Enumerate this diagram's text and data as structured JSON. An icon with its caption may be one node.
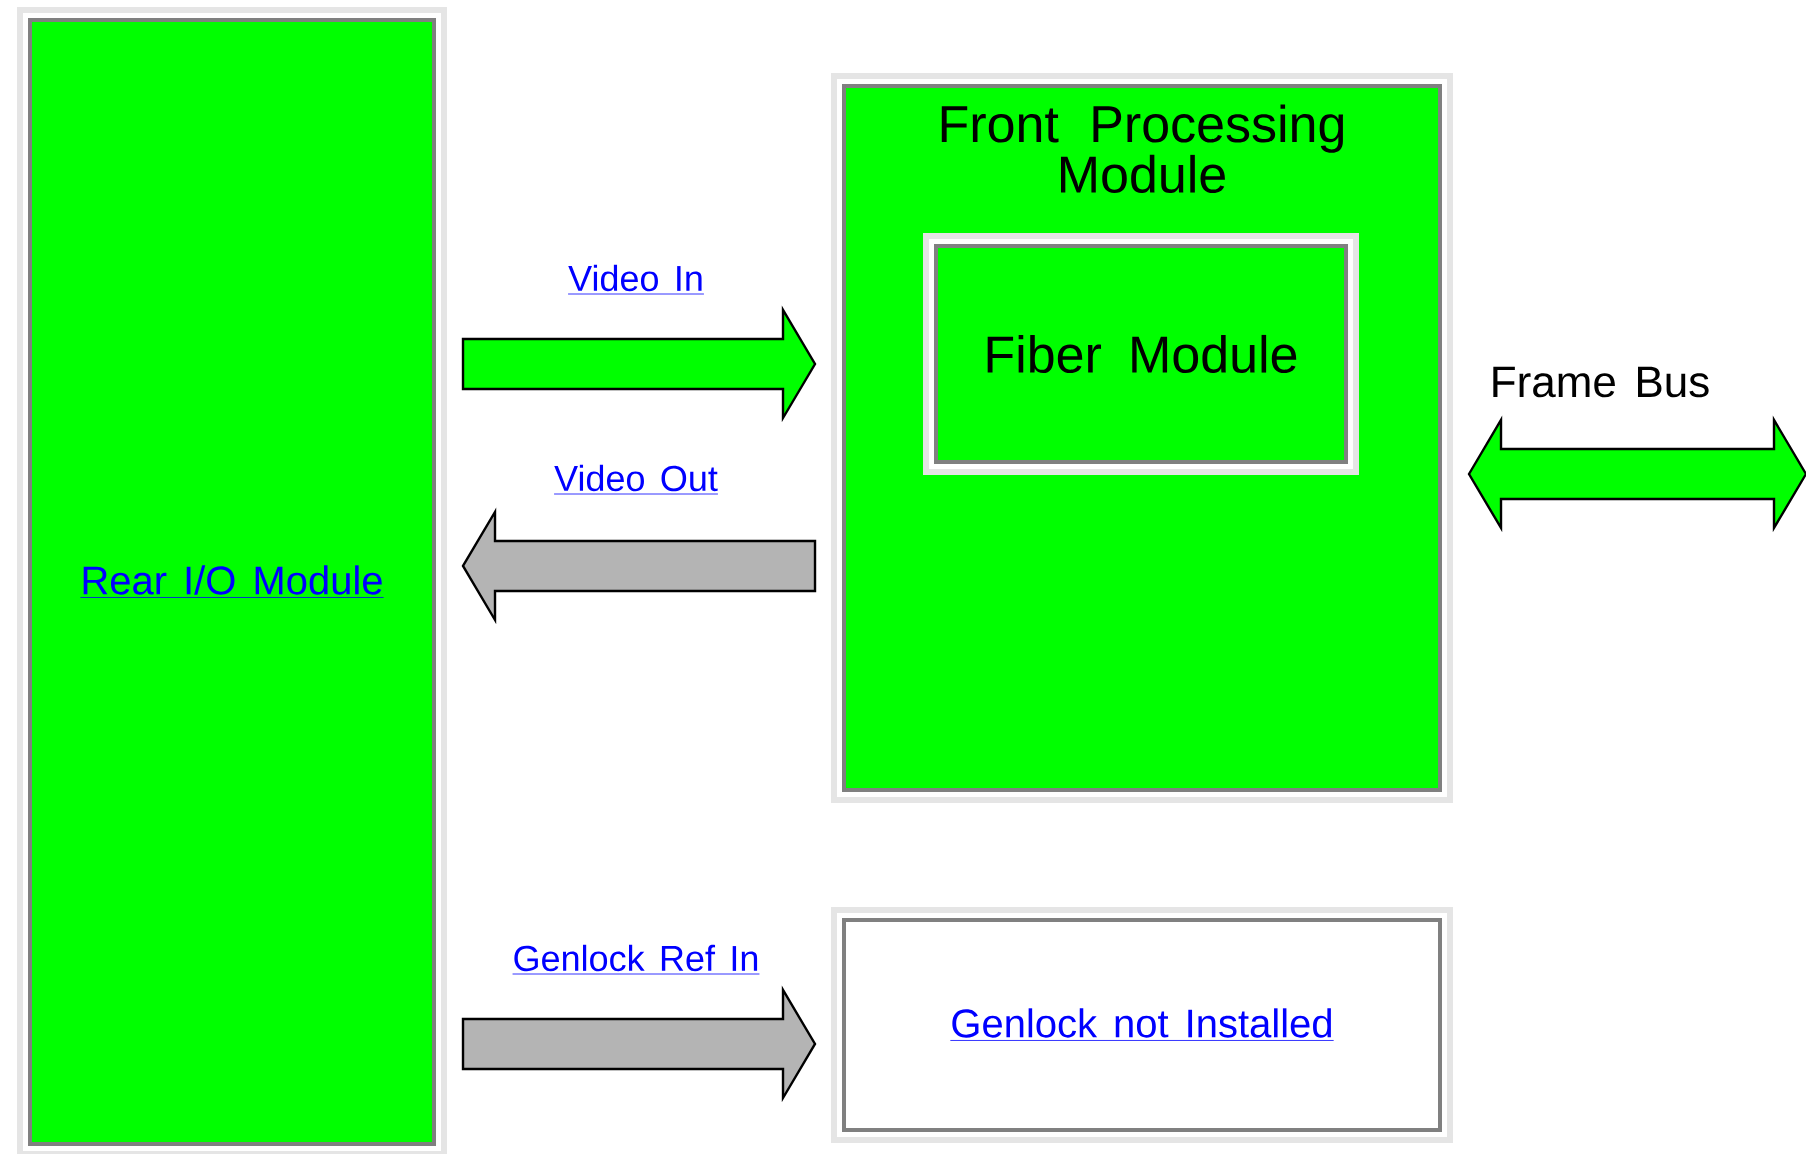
{
  "diagram": {
    "nodes": [
      {
        "text": [
          "Rear I/O Module"
        ]
      },
      {
        "text": [
          "Front Processing Module"
        ]
      },
      {
        "text": [
          "Fiber Module"
        ],
        "in": 1
      },
      {
        "text": [
          "Genlock not Installed"
        ]
      }
    ],
    "edges": [
      {
        "from": 0,
        "to": 1,
        "arrow": "to",
        "label": "Video In",
        "color": "#00ff00"
      },
      {
        "from": 1,
        "to": 0,
        "arrow": "to",
        "label": "Video Out",
        "color": "#b4b4b4"
      },
      {
        "from": 0,
        "to": 3,
        "arrow": "to",
        "label": "Genlock Ref In",
        "color": "#b4b4b4"
      },
      {
        "from": 1,
        "to": null,
        "arrow": "both",
        "label": "Frame Bus",
        "color": "#00ff00"
      }
    ]
  }
}
